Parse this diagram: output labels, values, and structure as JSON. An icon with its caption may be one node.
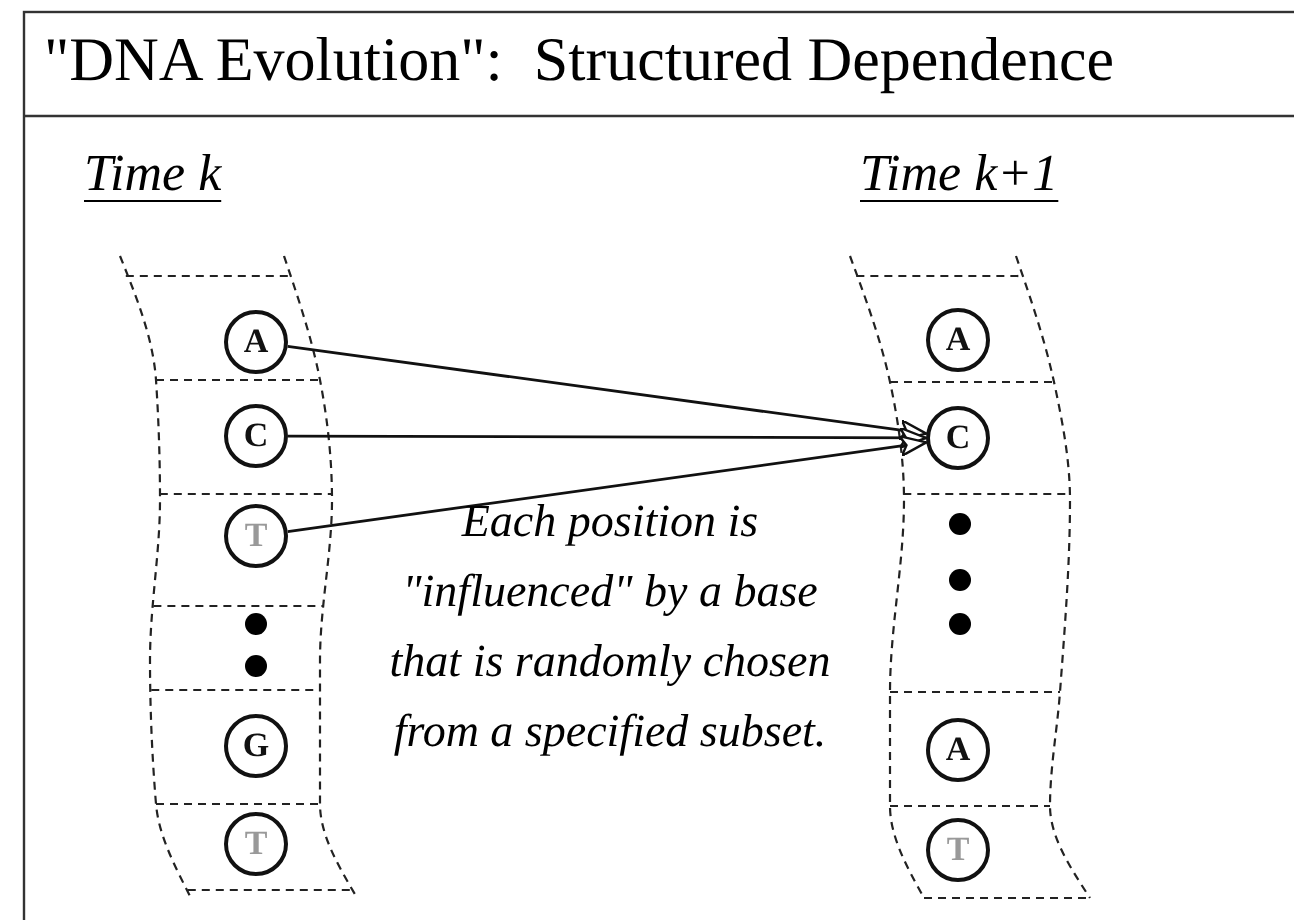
{
  "diagram": {
    "title": "\"DNA Evolution\":  Structured Dependence",
    "nodes": [
      {
        "text": [
          "A"
        ]
      },
      {
        "text": [
          "C"
        ]
      },
      {
        "text": [
          "T"
        ]
      },
      {
        "text": [
          "G"
        ]
      },
      {
        "text": [
          "T"
        ]
      },
      {
        "text": [
          "A"
        ]
      },
      {
        "text": [
          "C"
        ]
      },
      {
        "text": [
          "A"
        ]
      },
      {
        "text": [
          "T"
        ]
      }
    ],
    "edges": [
      {
        "from": 0,
        "to": 6,
        "arrow": "to"
      },
      {
        "from": 1,
        "to": 6,
        "arrow": "to"
      },
      {
        "from": 2,
        "to": 6,
        "arrow": "to"
      }
    ],
    "labels": [
      "Time k",
      "Time k+1",
      "Each position is \"influenced\" by a base that is randomly chosen from a specified subset."
    ]
  }
}
